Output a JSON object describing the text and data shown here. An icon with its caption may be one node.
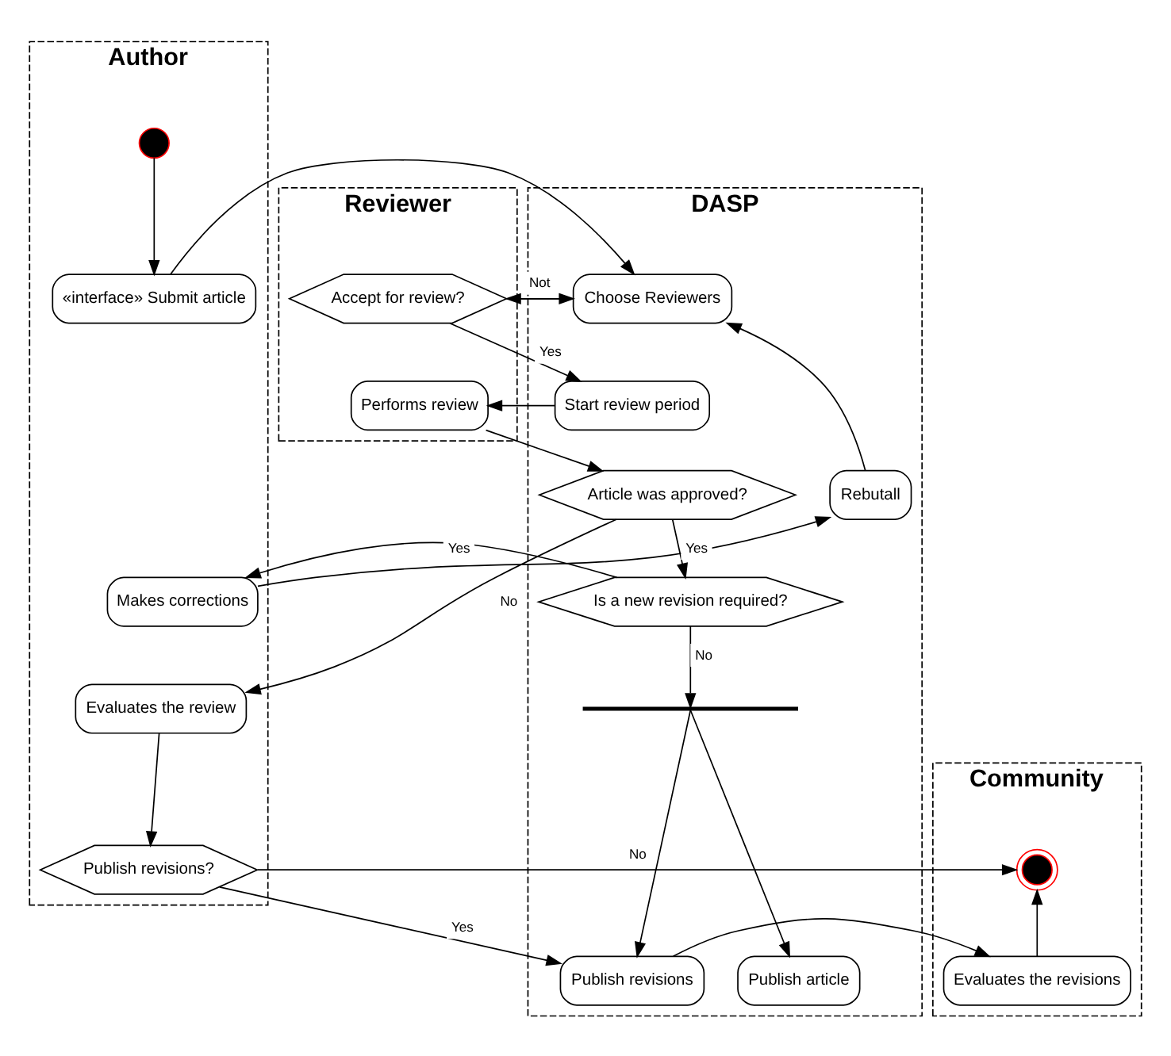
{
  "diagram": {
    "nodes": [
      {
        "text": [
          "Author"
        ]
      },
      {
        "text": [
          "DASP"
        ]
      },
      {
        "text": [
          "Reviewer"
        ]
      },
      {
        "text": [
          "Community"
        ]
      },
      {
        "text": [],
        "shape": "circle",
        "in": 0
      },
      {
        "text": [
          "«interface» Submit article"
        ],
        "in": 0
      },
      {
        "text": [
          "Choose Reviewers"
        ],
        "in": 1
      },
      {
        "text": [
          "Accept for review?"
        ],
        "in": 2
      },
      {
        "text": [
          "Rebutall"
        ],
        "in": 1
      },
      {
        "text": [
          "Start review period"
        ],
        "in": 1
      },
      {
        "text": [
          "Performs review"
        ],
        "in": 2
      },
      {
        "text": [
          "Article was approved?"
        ],
        "in": 1
      },
      {
        "text": [
          "Makes corrections"
        ],
        "in": 0
      },
      {
        "text": [
          "Is a new revision required?"
        ],
        "in": 1
      },
      {
        "text": [
          "Evaluates the review"
        ],
        "in": 0
      },
      {
        "text": [],
        "shape": "bar",
        "in": 1
      },
      {
        "text": [
          "Publish article"
        ],
        "in": 1
      },
      {
        "text": [
          "Publish revisions"
        ],
        "in": 1
      },
      {
        "text": [
          "Evaluates the revisions"
        ],
        "in": 3
      },
      {
        "text": [
          "Publish revisions?"
        ],
        "in": 0
      },
      {
        "text": [],
        "shape": "circle",
        "in": 3
      }
    ],
    "edges": [
      {
        "from": 4,
        "to": 5,
        "arrow": "to"
      },
      {
        "from": 5,
        "to": 6,
        "arrow": "to"
      },
      {
        "from": 6,
        "to": 7,
        "arrow": "to"
      },
      {
        "from": 7,
        "to": 6,
        "arrow": "to",
        "label": "Not"
      },
      {
        "from": 7,
        "to": 9,
        "arrow": "to",
        "label": "Yes"
      },
      {
        "from": 8,
        "to": 6,
        "arrow": "to"
      },
      {
        "from": 9,
        "to": 10,
        "arrow": "to"
      },
      {
        "from": 10,
        "to": 11,
        "arrow": "to"
      },
      {
        "from": 11,
        "to": 14,
        "arrow": "to",
        "label": "No"
      },
      {
        "from": 11,
        "to": 13,
        "arrow": "to",
        "label": "Yes"
      },
      {
        "from": 13,
        "to": 12,
        "arrow": "to",
        "label": "Yes"
      },
      {
        "from": 13,
        "to": 15,
        "arrow": "to",
        "label": "No"
      },
      {
        "from": 12,
        "to": 8,
        "arrow": "to"
      },
      {
        "from": 15,
        "to": 16,
        "arrow": "to"
      },
      {
        "from": 15,
        "to": 17,
        "arrow": "to"
      },
      {
        "from": 14,
        "to": 19,
        "arrow": "to"
      },
      {
        "from": 17,
        "to": 18,
        "arrow": "to"
      },
      {
        "from": 18,
        "to": 20,
        "arrow": "to"
      },
      {
        "from": 19,
        "to": 20,
        "arrow": "to",
        "label": "No"
      },
      {
        "from": 19,
        "to": 17,
        "arrow": "to",
        "label": "Yes"
      }
    ]
  }
}
